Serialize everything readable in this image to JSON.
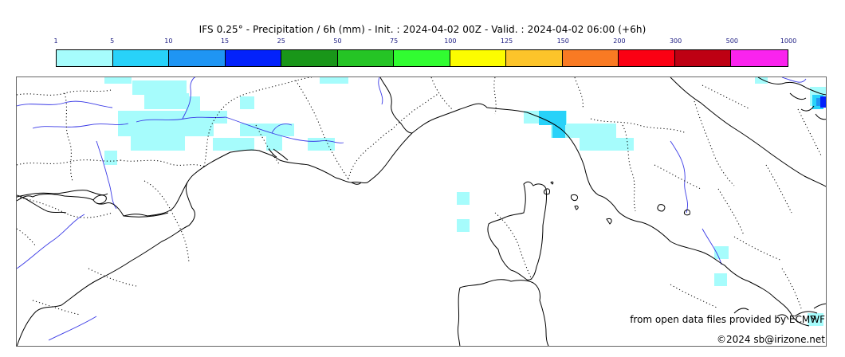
{
  "title": "IFS 0.25° - Precipitation / 6h (mm) - Init. : 2024-04-02 00Z - Valid. : 2024-04-02 06:00 (+6h)",
  "colorbar": {
    "ticks": [
      "1",
      "5",
      "10",
      "15",
      "25",
      "50",
      "75",
      "100",
      "125",
      "150",
      "200",
      "300",
      "500",
      "1000"
    ],
    "colors": [
      "#a6fcfc",
      "#28d2f9",
      "#1f95f3",
      "#0322fb",
      "#199619",
      "#25c425",
      "#31fc31",
      "#fcfc00",
      "#fcc42a",
      "#f97a23",
      "#fb0013",
      "#be0013",
      "#fa23ee"
    ]
  },
  "credit": "from open data files provided by ECMWF",
  "copyright": "©2024 sb@irizone.net"
}
